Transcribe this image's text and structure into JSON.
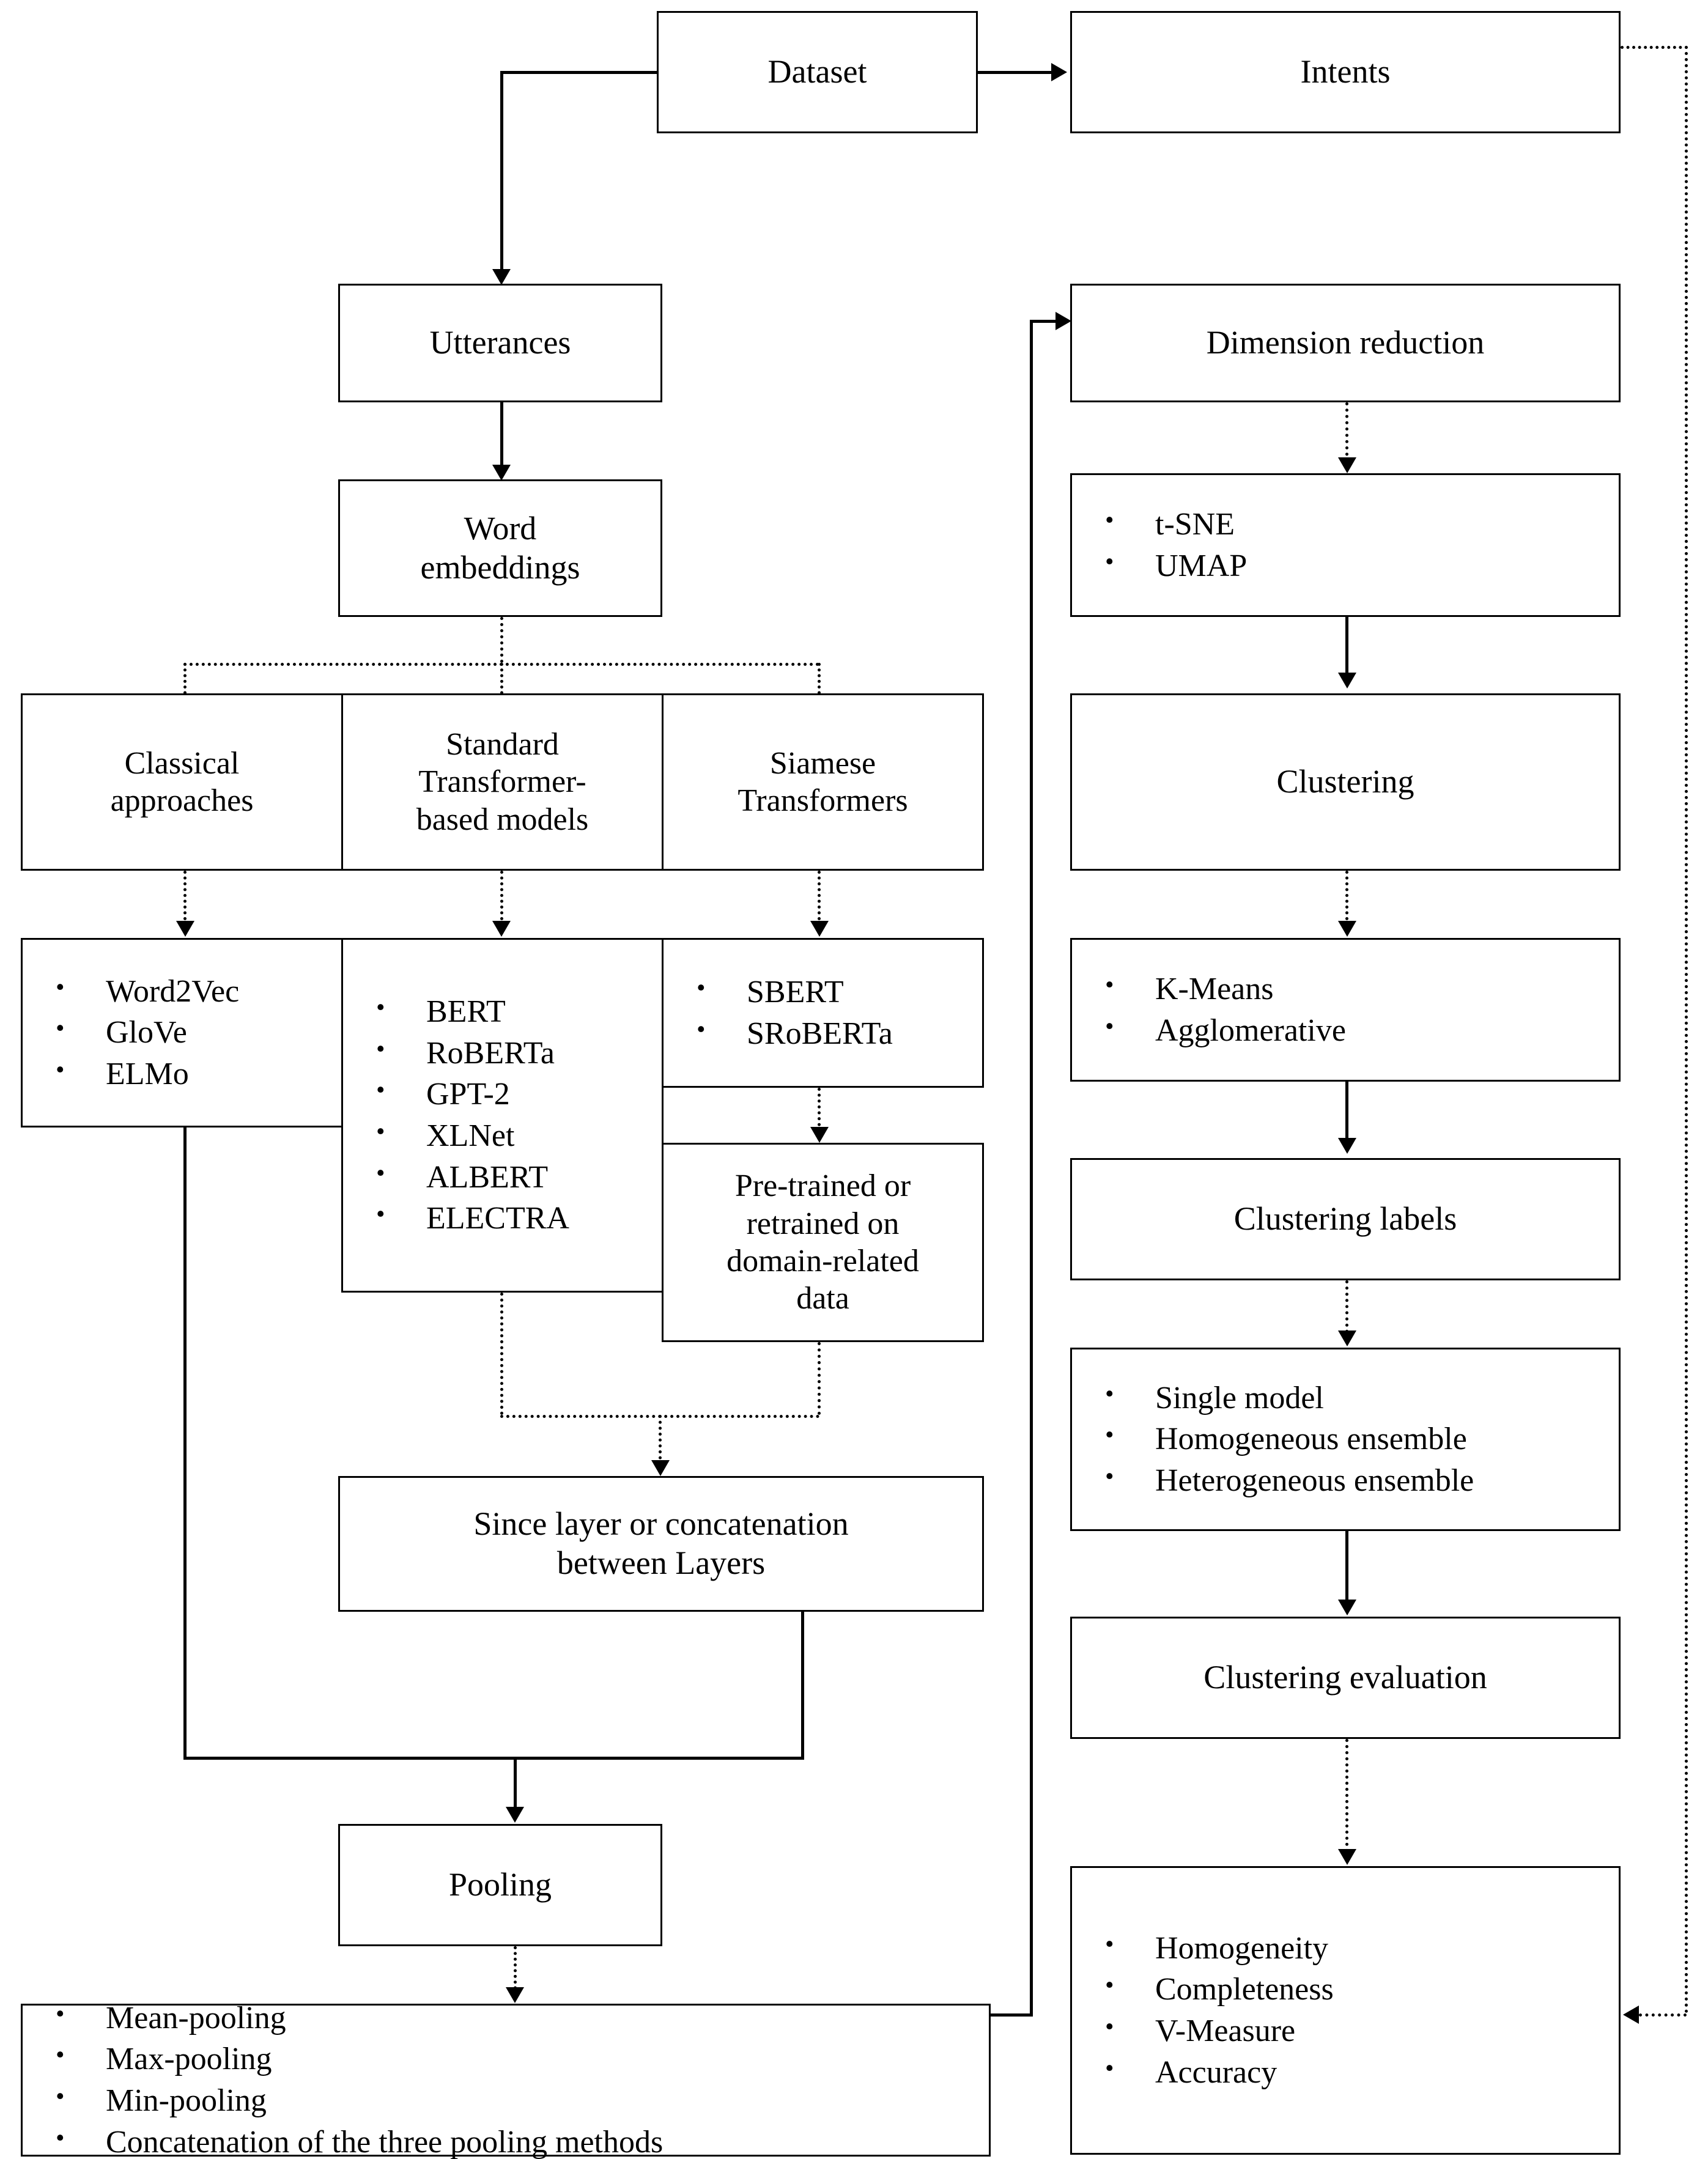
{
  "diagram": {
    "title": "Intent discovery pipeline flowchart",
    "colors": {
      "line": "#000000",
      "box_fill": "#ffffff",
      "text": "#000000"
    },
    "nodes": {
      "dataset": {
        "label": "Dataset"
      },
      "intents": {
        "label": "Intents"
      },
      "utterances": {
        "label": "Utterances"
      },
      "word_embeddings": {
        "label": "Word\nembeddings"
      },
      "classical_approaches": {
        "label": "Classical\napproaches"
      },
      "standard_transformers": {
        "label": "Standard\nTransformer-\nbased models"
      },
      "siamese_transformers": {
        "label": "Siamese\nTransformers"
      },
      "classical_items": {
        "items": [
          "Word2Vec",
          "GloVe",
          "ELMo"
        ]
      },
      "standard_items": {
        "items": [
          "BERT",
          "RoBERTa",
          "GPT-2",
          "XLNet",
          "ALBERT",
          "ELECTRA"
        ]
      },
      "siamese_items": {
        "items": [
          "SBERT",
          "SRoBERTa"
        ]
      },
      "pretrained_domain": {
        "label": "Pre-trained or\nretrained on\ndomain-related\ndata"
      },
      "since_layer": {
        "label": "Since layer or concatenation\nbetween Layers"
      },
      "pooling": {
        "label": "Pooling"
      },
      "pooling_items": {
        "items": [
          "Mean-pooling",
          "Max-pooling",
          "Min-pooling",
          "Concatenation of the three pooling methods"
        ]
      },
      "dimension_reduction": {
        "label": "Dimension reduction"
      },
      "dimred_items": {
        "items": [
          "t-SNE",
          "UMAP"
        ]
      },
      "clustering": {
        "label": "Clustering"
      },
      "clustering_items": {
        "items": [
          "K-Means",
          "Agglomerative"
        ]
      },
      "clustering_labels": {
        "label": "Clustering labels"
      },
      "ensemble_items": {
        "items": [
          "Single model",
          "Homogeneous ensemble",
          "Heterogeneous ensemble"
        ]
      },
      "clustering_evaluation": {
        "label": "Clustering evaluation"
      },
      "metrics_items": {
        "items": [
          "Homogeneity",
          "Completeness",
          "V-Measure",
          "Accuracy"
        ]
      }
    }
  }
}
